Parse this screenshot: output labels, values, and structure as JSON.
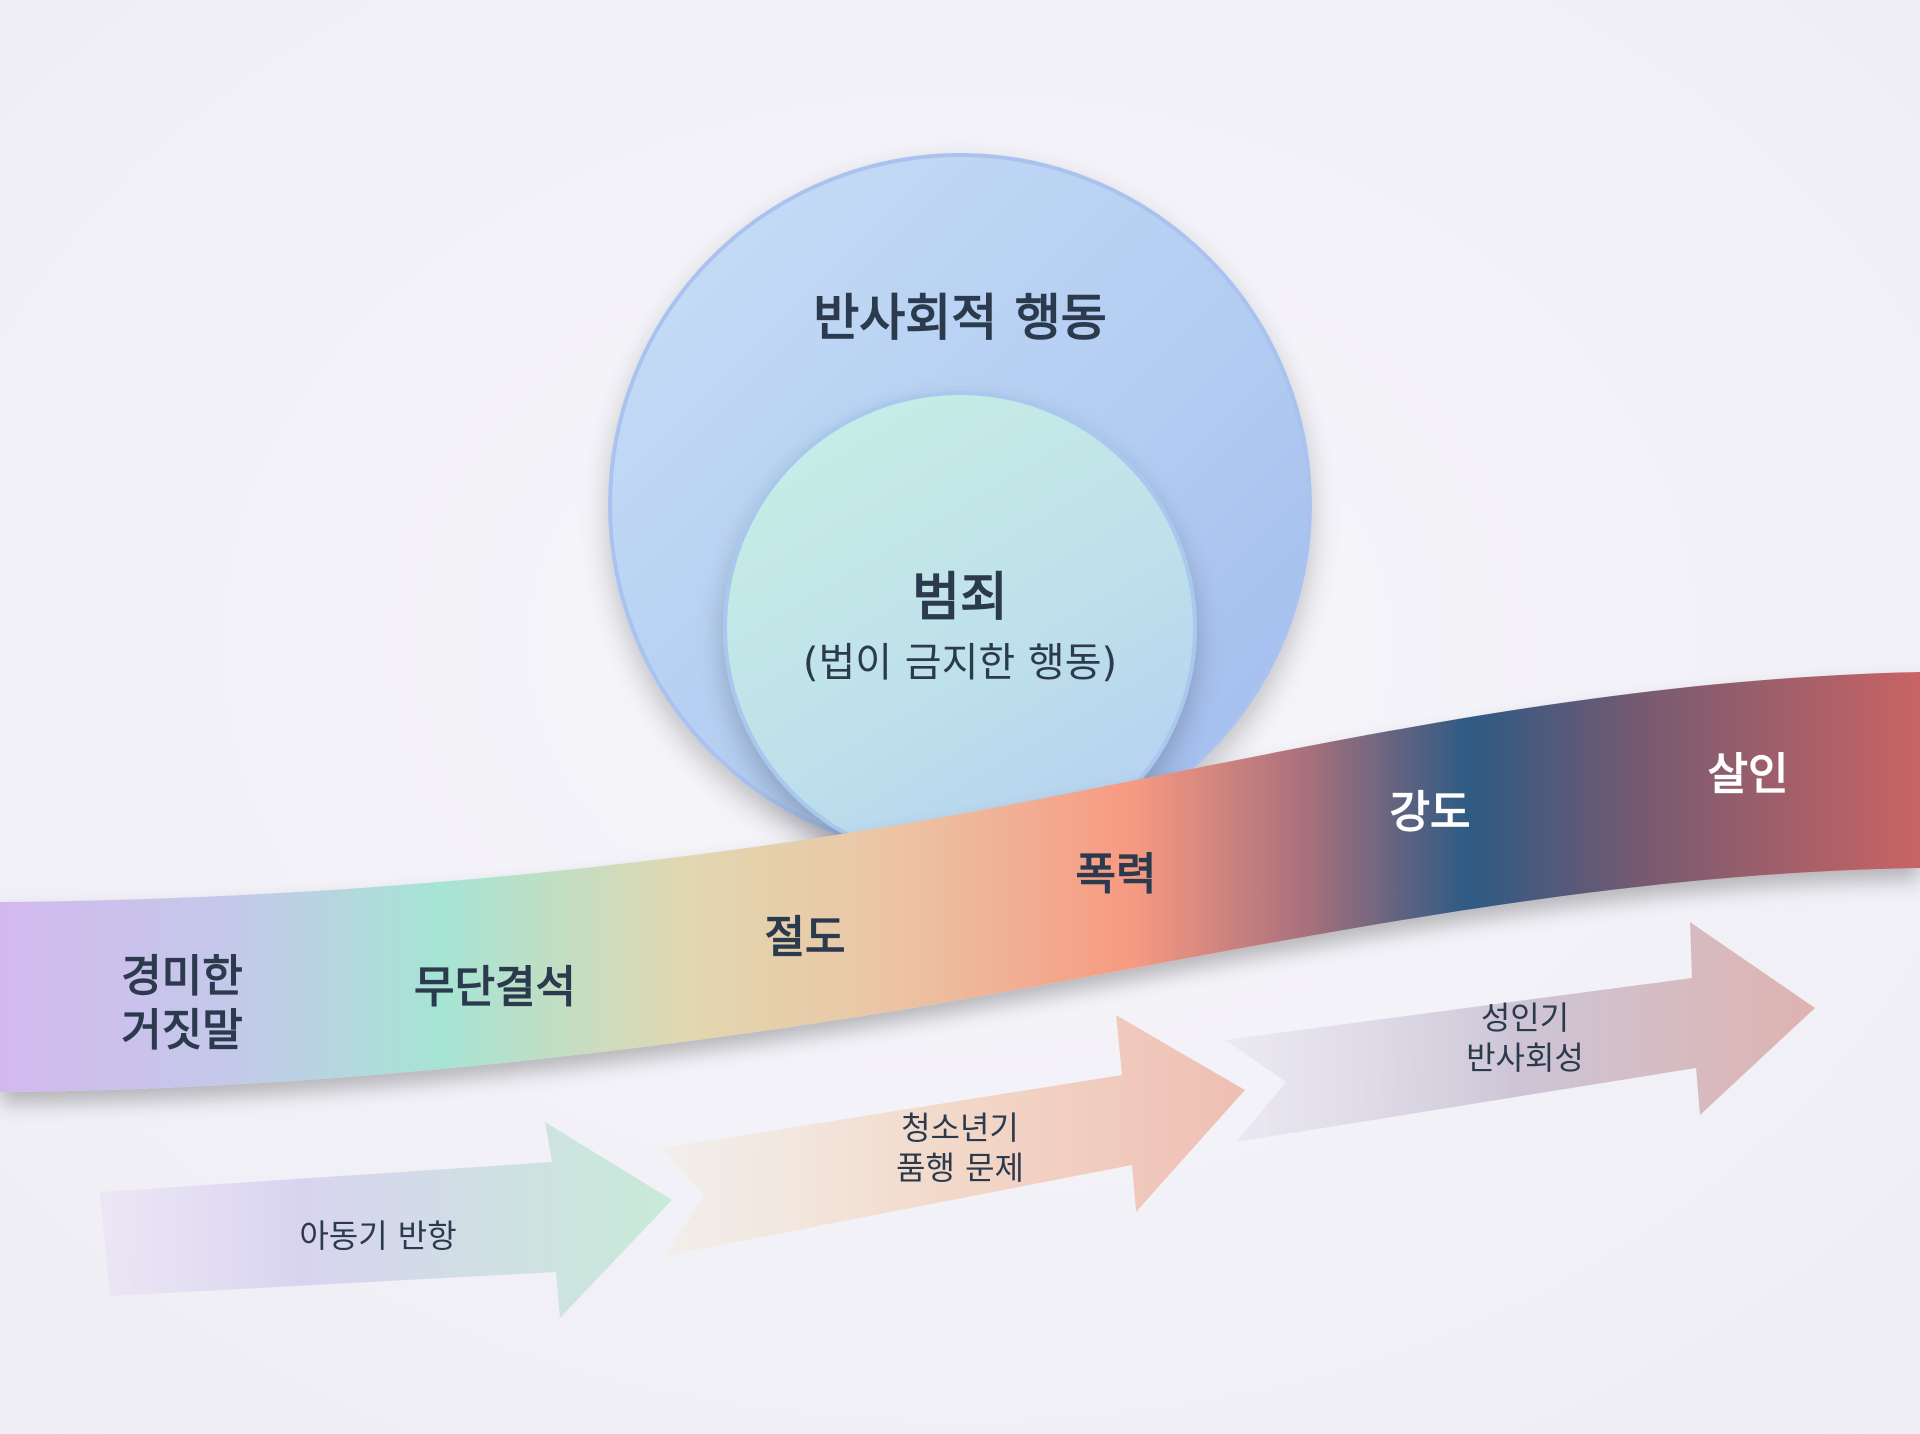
{
  "venn": {
    "outer_label": "반사회적 행동",
    "inner_label": "범죄",
    "inner_sublabel": "(법이 금지한 행동)"
  },
  "spectrum": {
    "items": [
      {
        "lines": [
          "경미한",
          "거짓말"
        ]
      },
      {
        "lines": [
          "무단결석"
        ]
      },
      {
        "lines": [
          "절도"
        ]
      },
      {
        "lines": [
          "폭력"
        ]
      },
      {
        "lines": [
          "강도"
        ]
      },
      {
        "lines": [
          "살인"
        ]
      }
    ]
  },
  "stages": [
    {
      "lines": [
        "아동기 반항"
      ]
    },
    {
      "lines": [
        "청소년기",
        "품행 문제"
      ]
    },
    {
      "lines": [
        "성인기",
        "반사회성"
      ]
    }
  ],
  "colors": {
    "background": "#f3f2f7",
    "outer_circle": "#b3cdf2",
    "inner_circle": "#c2e8e6",
    "ribbon_stops": [
      "#d3b8ee",
      "#a6e4d4",
      "#e8cda8",
      "#f79a82",
      "#2d5a84",
      "#c96464"
    ],
    "label_dark": "#2c3a4e",
    "label_light": "#ffffff"
  }
}
